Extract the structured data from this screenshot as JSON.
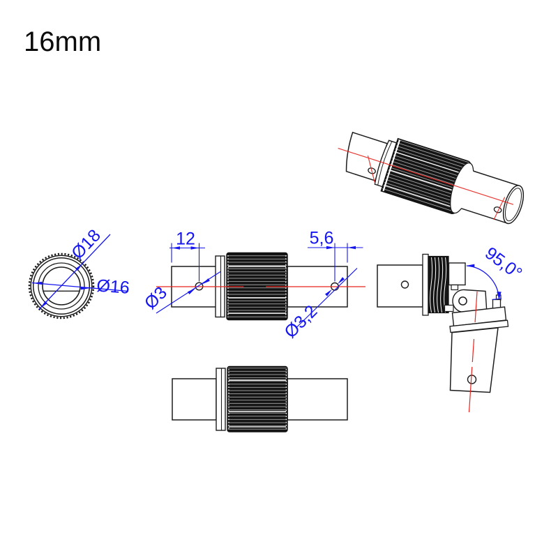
{
  "title": "16mm",
  "colors": {
    "dimension_blue": "#1515ef",
    "centerline_red": "#e8241e",
    "outline_black": "#1c1c1c",
    "knurl_dark": "#141414",
    "background": "#ffffff"
  },
  "views": {
    "end_view": {
      "name": "end view (circular)",
      "labels": {
        "outer_diameter": "Ø18",
        "inner_diameter": "Ø16"
      }
    },
    "side_view": {
      "name": "side view with dimensions",
      "labels": {
        "left_hole_position": "12",
        "right_hole_position": "5,6",
        "left_hole_diameter": "Ø3",
        "right_hole_diameter": "Ø3,2"
      }
    },
    "bottom_view": {
      "name": "plain side view"
    },
    "isometric_view": {
      "name": "isometric assembled view"
    },
    "angled_view": {
      "name": "articulated joint view",
      "labels": {
        "swivel_angle": "95,0°"
      }
    }
  }
}
